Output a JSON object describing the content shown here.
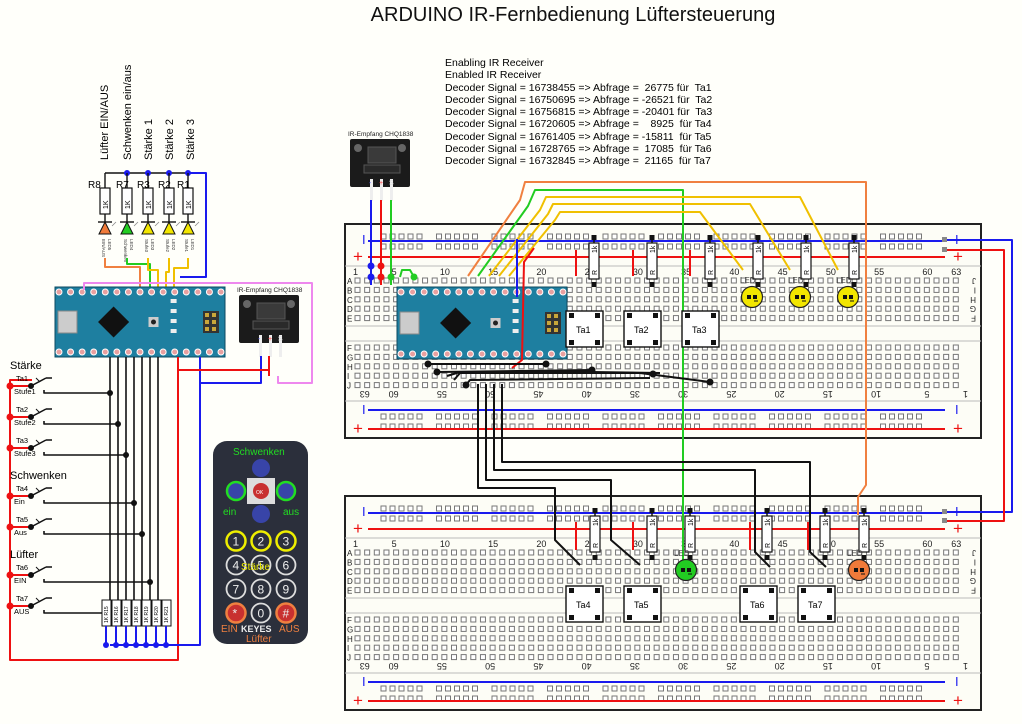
{
  "title": "ARDUINO IR-Fernbedienung Lüftersteuerung",
  "serial_monitor": {
    "lines": [
      "Enabling IR Receiver",
      "Enabled IR Receiver",
      "Decoder Signal = 16738455 => Abfrage =  26775 für  Ta1",
      "Decoder Signal = 16750695 => Abfrage = -26521 für  Ta2",
      "Decoder Signal = 16756815 => Abfrage = -20401 für  Ta3",
      "Decoder Signal = 16720605 => Abfrage =    8925  für Ta4",
      "Decoder Signal = 16761405 => Abfrage = -15811  für Ta5",
      "Decoder Signal = 16728765 => Abfrage =  17085  für Ta6",
      "Decoder Signal = 16732845 => Abfrage =  21165  für Ta7"
    ]
  },
  "schematic": {
    "led_functions": [
      "Lüfter EIN/AUS",
      "Schwenken ein/aus",
      "Stärke 1",
      "Stärke 2",
      "Stärke 3"
    ],
    "resistors": [
      "R8",
      "R7",
      "R3",
      "R2",
      "R1"
    ],
    "resistor_value": "1K",
    "led_labels": [
      "LED5",
      "LED4",
      "LED3",
      "LED2",
      "LED1"
    ],
    "led_sublabels": [
      "EIN/AUS",
      "Schwenken",
      "Stufe3",
      "Stufe2",
      "Stufe1"
    ],
    "led_colors": [
      "#f07a3a",
      "#22cc22",
      "#f2e600",
      "#f2e600",
      "#f2e600"
    ],
    "ir_module_label": "IR-Empfang   CHQ1838",
    "button_groups": [
      {
        "heading": "Stärke",
        "buttons": [
          {
            "name": "Ta1",
            "sub": "Stufe1"
          },
          {
            "name": "Ta2",
            "sub": "Stufe2"
          },
          {
            "name": "Ta3",
            "sub": "Stufe3"
          }
        ]
      },
      {
        "heading": "Schwenken",
        "buttons": [
          {
            "name": "Ta4",
            "sub": "Ein"
          },
          {
            "name": "Ta5",
            "sub": "Aus"
          }
        ]
      },
      {
        "heading": "Lüfter",
        "buttons": [
          {
            "name": "Ta6",
            "sub": "EIN"
          },
          {
            "name": "Ta7",
            "sub": "AUS"
          }
        ]
      }
    ],
    "pulldown_resistors": [
      "R15",
      "R16",
      "R17",
      "R18",
      "R19",
      "R20",
      "R21"
    ]
  },
  "remote": {
    "top_label": "Schwenken",
    "left_label": "ein",
    "right_label": "aus",
    "ok_label": "OK",
    "middle_label": "Stärke",
    "keys": [
      "1",
      "2",
      "3",
      "4",
      "5",
      "6",
      "7",
      "8",
      "9",
      "*",
      "0",
      "#"
    ],
    "bottom_left": "EIN",
    "brand": "KEYES",
    "bottom_right": "AUS",
    "bottom_label": "Lüfter"
  },
  "breadboard_top": {
    "ir_module_label": "IR-Empfang   CHQ1838",
    "col_numbers": [
      "1",
      "5",
      "10",
      "15",
      "20",
      "25",
      "30",
      "35",
      "40",
      "45",
      "50",
      "55",
      "60",
      "63"
    ],
    "rows_top": [
      "A",
      "B",
      "C",
      "D",
      "E"
    ],
    "rows_bottom": [
      "F",
      "G",
      "H",
      "I",
      "J"
    ],
    "buttons": [
      "Ta1",
      "Ta2",
      "Ta3"
    ],
    "resistor_label": "1k",
    "resistor_prefix": "R",
    "led_label": "LED"
  },
  "breadboard_bottom": {
    "buttons": [
      "Ta4",
      "Ta5",
      "Ta6",
      "Ta7"
    ],
    "resistor_label": "1k",
    "led_label": "LED"
  },
  "colors": {
    "blue_wire": "#1a1aee",
    "red_wire": "#ee1111",
    "green_wire": "#22cc22",
    "orange_wire": "#f08040",
    "yellow_wire": "#f0c000",
    "pink_wire": "#ee88ee",
    "board_teal": "#1e7fa0"
  }
}
